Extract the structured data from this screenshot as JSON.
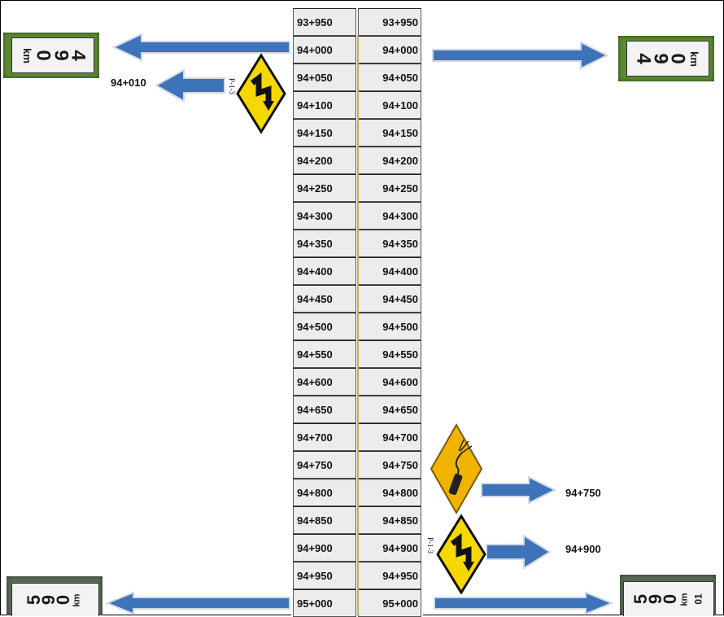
{
  "stations_left": [
    "93+950",
    "94+000",
    "94+050",
    "94+100",
    "94+150",
    "94+200",
    "94+250",
    "94+300",
    "94+350",
    "94+400",
    "94+450",
    "94+500",
    "94+550",
    "94+600",
    "94+650",
    "94+700",
    "94+750",
    "94+800",
    "94+850",
    "94+900",
    "94+950",
    "95+000"
  ],
  "stations_right": [
    "93+950",
    "94+000",
    "94+050",
    "94+100",
    "94+150",
    "94+200",
    "94+250",
    "94+300",
    "94+350",
    "94+400",
    "94+450",
    "94+500",
    "94+550",
    "94+600",
    "94+650",
    "94+700",
    "94+750",
    "94+800",
    "94+850",
    "94+900",
    "94+950",
    "95+000"
  ],
  "labels": {
    "curve_sign_top": "94+010",
    "slippery_sign": "94+750",
    "curve_sign_bottom": "94+900"
  },
  "sign_codes": {
    "top": "P-1-3",
    "bottom": "P-1-3"
  },
  "km_posts": {
    "km94": {
      "unit": "km",
      "digits": [
        "0",
        "9",
        "4"
      ]
    },
    "km95": {
      "unit": "km",
      "digits": [
        "0",
        "9",
        "5"
      ]
    },
    "km95_extra": "01"
  },
  "colors": {
    "arrow_blue": "#3d73b8",
    "sign_yellow": "#f5d800",
    "slippery_yellow": "#f0b400",
    "centerline": "#c9b23a"
  }
}
